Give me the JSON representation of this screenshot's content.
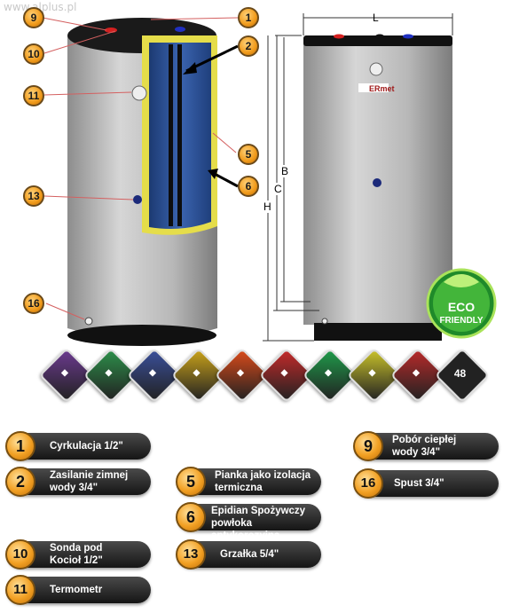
{
  "watermark": "www.alplus.pl",
  "product": {
    "brand_logo": "ERmet",
    "eco_badge": {
      "line1": "ECO",
      "line2": "FRIENDLY"
    },
    "dimensions": {
      "L": "L",
      "B": "B",
      "C": "C",
      "H": "H"
    }
  },
  "callouts": [
    "1",
    "2",
    "5",
    "6",
    "9",
    "10",
    "11",
    "13",
    "16"
  ],
  "feature_icons": [
    {
      "name": "house-icon",
      "color": "#6b3a8f"
    },
    {
      "name": "building-icon",
      "color": "#2d8f4a"
    },
    {
      "name": "plant-icon",
      "color": "#3a4f9a"
    },
    {
      "name": "worker-icon",
      "color": "#c9a21a"
    },
    {
      "name": "tools-icon",
      "color": "#d94a1a"
    },
    {
      "name": "gauge-icon",
      "color": "#c42a2a"
    },
    {
      "name": "recycle-icon",
      "color": "#1f9a4a"
    },
    {
      "name": "boxes-icon",
      "color": "#c9c22a"
    },
    {
      "name": "truck-icon",
      "color": "#b82a2a"
    },
    {
      "name": "48-hours-icon",
      "color": "#222222",
      "label": "48"
    }
  ],
  "legend": [
    {
      "num": "1",
      "text": "Cyrkulacja 1/2\""
    },
    {
      "num": "2",
      "text": "Zasilanie zimnej\nwody 3/4\""
    },
    {
      "num": "5",
      "text": "Pianka jako izolacja\ntermiczna"
    },
    {
      "num": "6",
      "text": "Epidian Spożywczy\npowłoka antykorozyjna"
    },
    {
      "num": "9",
      "text": "Pobór ciepłej\nwody 3/4\""
    },
    {
      "num": "10",
      "text": "Sonda pod\nKocioł 1/2\""
    },
    {
      "num": "11",
      "text": "Termometr"
    },
    {
      "num": "13",
      "text": "Grzałka 5/4\""
    },
    {
      "num": "16",
      "text": "Spust 3/4\""
    }
  ]
}
